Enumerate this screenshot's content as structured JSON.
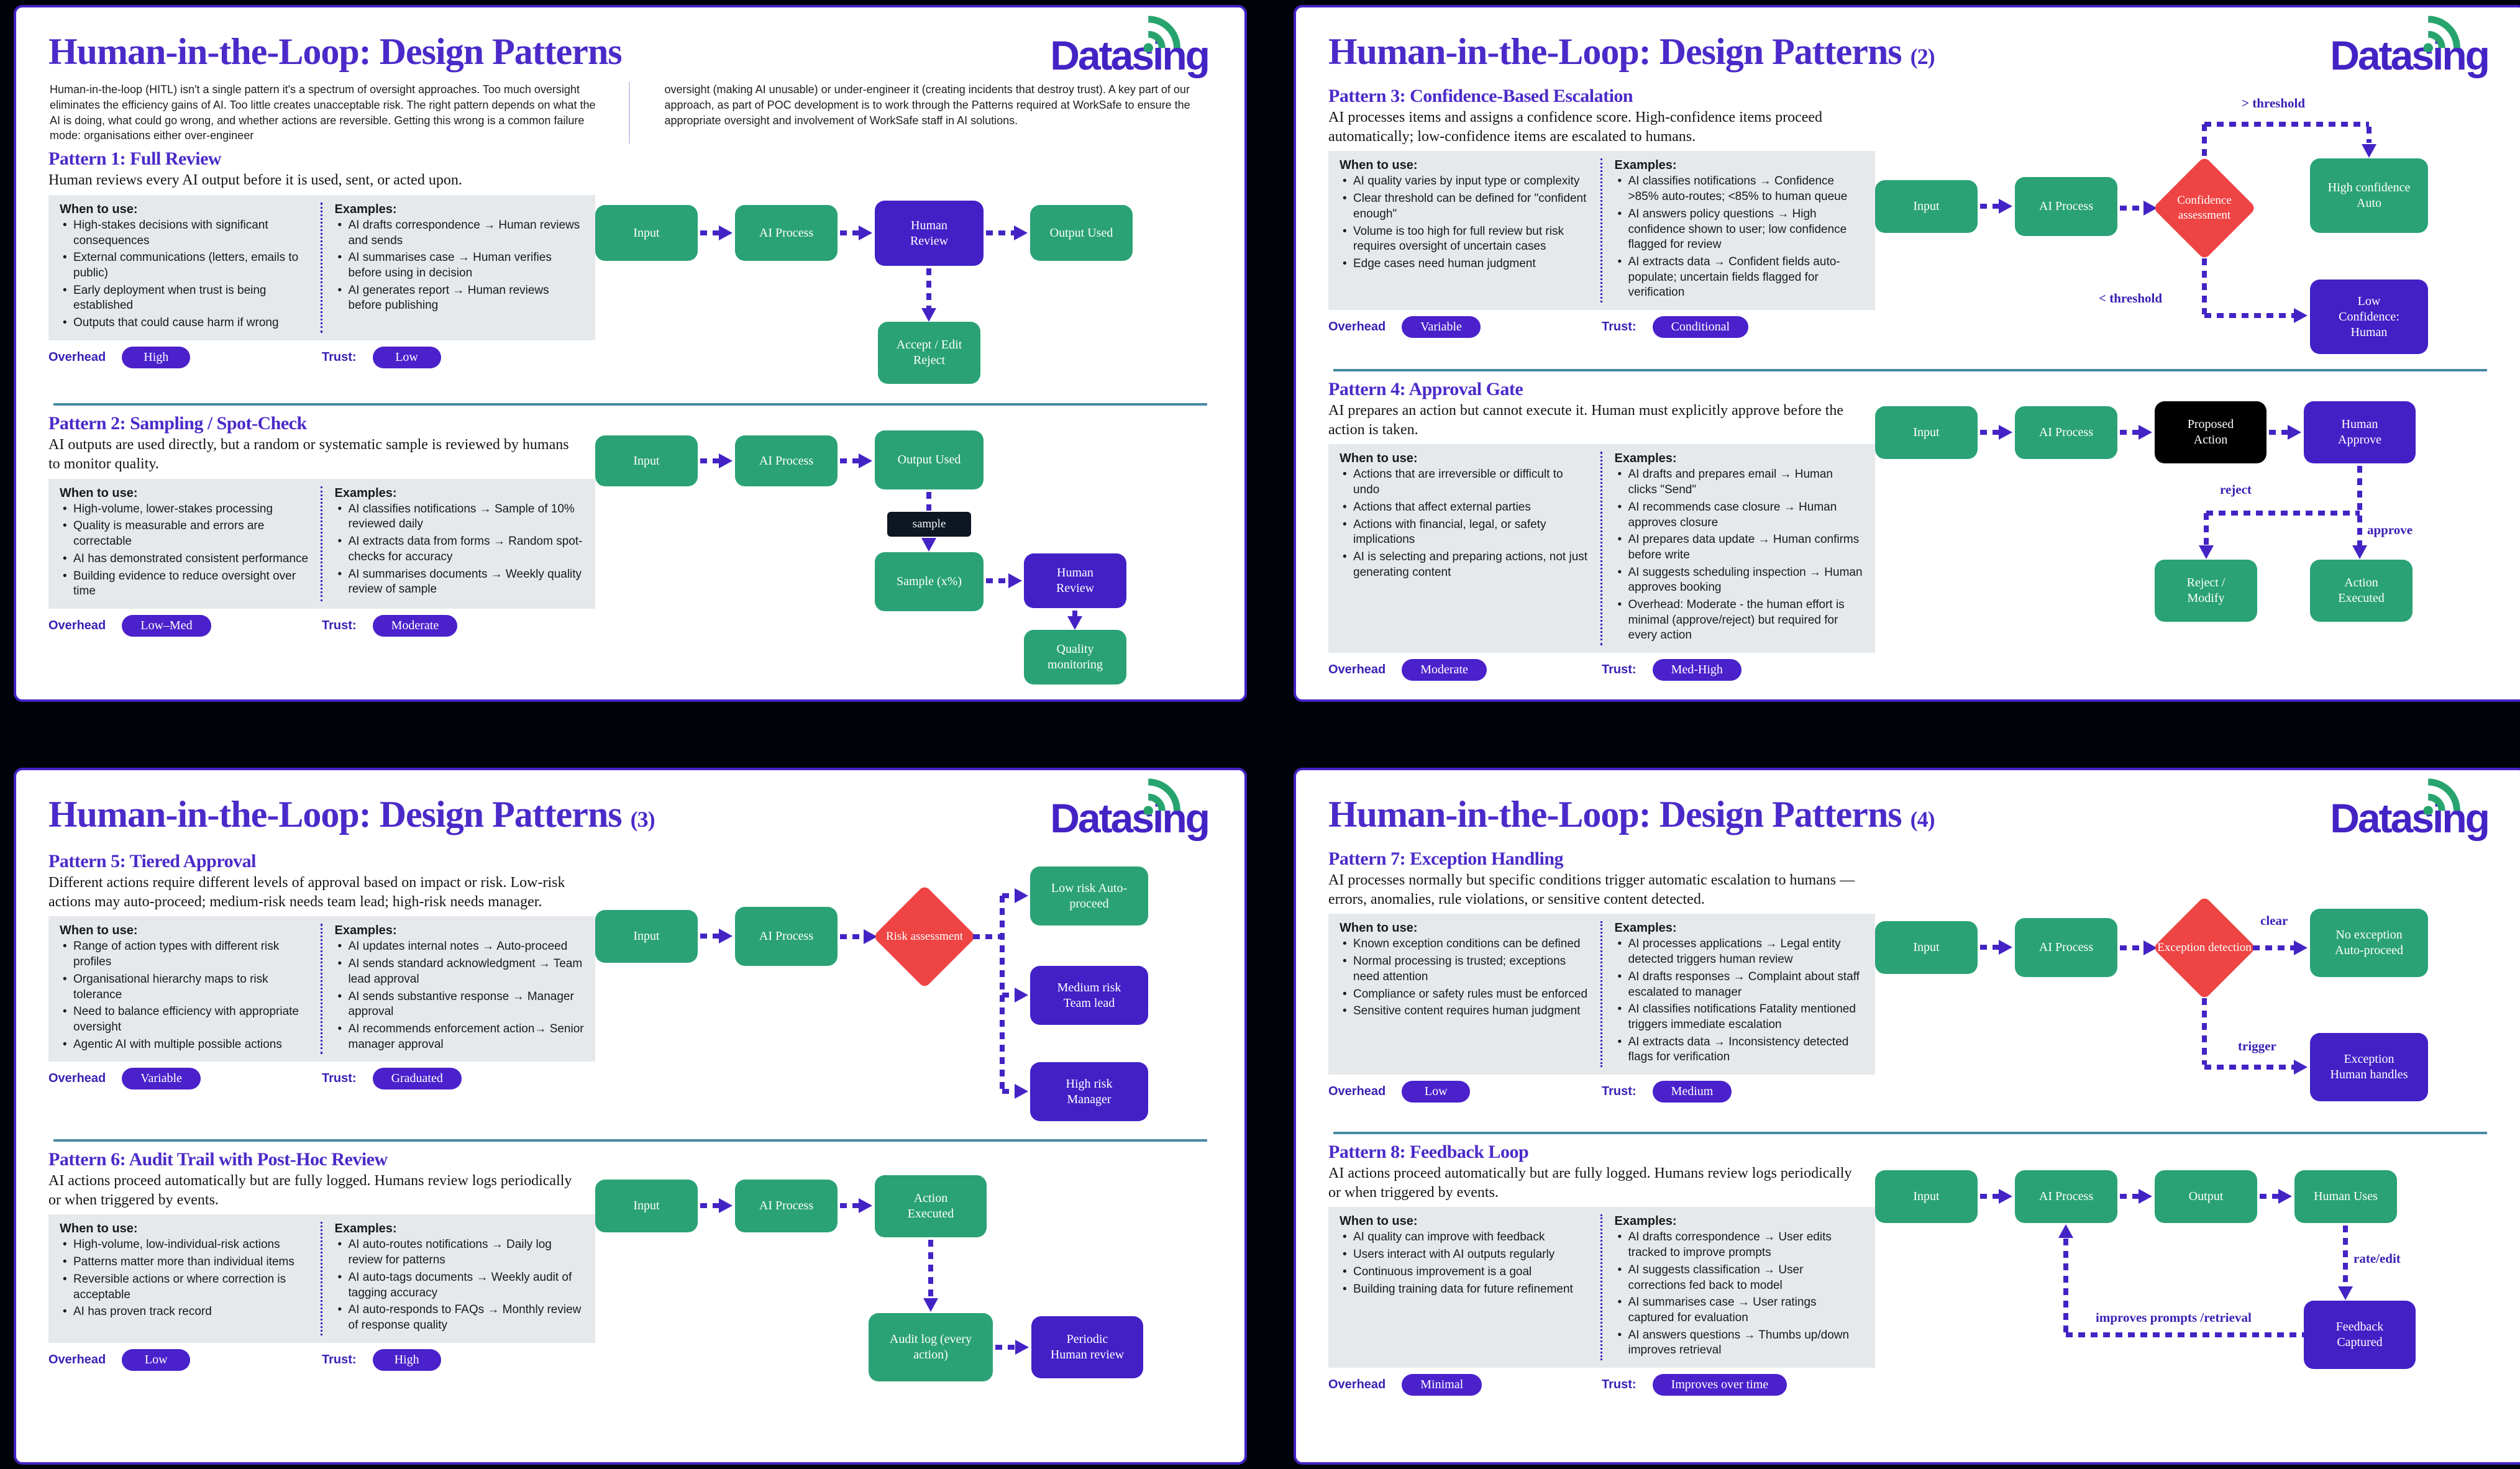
{
  "logo": {
    "text": "Datasing"
  },
  "slides": [
    {
      "title": "Human-in-the-Loop: Design Patterns",
      "suffix": "",
      "intro_left": "Human-in-the-loop (HITL) isn't a single pattern it's a spectrum of oversight approaches. Too much oversight eliminates the efficiency gains of AI. Too little creates unacceptable risk. The right pattern depends on what the AI is doing, what could go wrong, and whether actions are reversible. Getting this wrong is a common failure mode: organisations either over-engineer",
      "intro_right": "oversight (making AI unusable) or under-engineer it (creating incidents that destroy trust). A key part of our approach, as part of POC development is to work through the Patterns required at WorkSafe to ensure the appropriate oversight and involvement of WorkSafe staff in AI solutions.",
      "patterns": [
        {
          "heading": "Pattern 1: Full Review",
          "description": "Human reviews every AI output before it is used, sent, or acted upon.",
          "when_title": "When to use:",
          "when": [
            "High-stakes decisions with significant consequences",
            "External communications (letters, emails to public)",
            "Early deployment when trust is being established",
            "Outputs that could cause harm if wrong"
          ],
          "examples_title": "Examples:",
          "examples": [
            "AI drafts correspondence → Human reviews and sends",
            "AI summarises case → Human verifies before using in decision",
            "AI generates report → Human reviews before publishing"
          ],
          "overhead_label": "Overhead",
          "overhead": "High",
          "trust_label": "Trust:",
          "trust": "Low",
          "diagram": {
            "input": "Input",
            "ai": "AI Process",
            "review": "Human Review",
            "output": "Output Used",
            "accept": "Accept / Edit Reject"
          }
        },
        {
          "heading": "Pattern 2: Sampling / Spot-Check",
          "description": "AI outputs are used directly, but a random or systematic sample is reviewed by humans to monitor quality.",
          "when_title": "When to use:",
          "when": [
            "High-volume, lower-stakes processing",
            "Quality is measurable and errors are correctable",
            "AI has demonstrated consistent performance",
            "Building evidence to reduce oversight over time"
          ],
          "examples_title": "Examples:",
          "examples": [
            "AI classifies notifications → Sample of 10% reviewed daily",
            "AI extracts data from forms → Random spot-checks for accuracy",
            "AI summarises documents → Weekly quality review of sample"
          ],
          "overhead_label": "Overhead",
          "overhead": "Low–Med",
          "trust_label": "Trust:",
          "trust": "Moderate",
          "diagram": {
            "input": "Input",
            "ai": "AI Process",
            "output": "Output Used",
            "sample_tag": "sample",
            "sample": "Sample (x%)",
            "review": "Human Review",
            "quality": "Quality monitoring"
          }
        }
      ]
    },
    {
      "title": "Human-in-the-Loop: Design Patterns",
      "suffix": "(2)",
      "patterns": [
        {
          "heading": "Pattern 3: Confidence-Based Escalation",
          "description": "AI processes items and assigns a confidence score. High-confidence items proceed automatically; low-confidence items are escalated to humans.",
          "when_title": "When to use:",
          "when": [
            "AI quality varies by input type or complexity",
            "Clear threshold can be defined for \"confident enough\"",
            "Volume is too high for full review but risk requires oversight of uncertain cases",
            "Edge cases need human judgment"
          ],
          "examples_title": "Examples:",
          "examples": [
            "AI classifies notifications → Confidence >85% auto-routes; <85% to human queue",
            "AI answers policy questions → High confidence shown to user; low confidence flagged for review",
            "AI extracts data → Confident fields auto-populate; uncertain fields flagged for verification"
          ],
          "overhead_label": "Overhead",
          "overhead": "Variable",
          "trust_label": "Trust:",
          "trust": "Conditional",
          "diagram": {
            "input": "Input",
            "ai": "AI Process",
            "decision": "Confidence assessment",
            "high": "High confidence Auto",
            "low": "Low Confidence: Human",
            "label_above": "> threshold",
            "label_below": "< threshold"
          }
        },
        {
          "heading": "Pattern 4: Approval Gate",
          "description": "AI prepares an action but cannot execute it. Human must explicitly approve before the action is taken.",
          "when_title": "When to use:",
          "when": [
            "Actions that are irreversible or difficult to undo",
            "Actions that affect external parties",
            "Actions with financial, legal, or safety implications",
            "AI is selecting and preparing actions, not just generating content"
          ],
          "examples_title": "Examples:",
          "examples": [
            "AI drafts and prepares email → Human clicks \"Send\"",
            "AI recommends case closure → Human approves closure",
            "AI prepares data update → Human confirms before write",
            "AI suggests scheduling inspection → Human approves booking",
            "Overhead: Moderate - the human effort is minimal (approve/reject) but required for every action"
          ],
          "overhead_label": "Overhead",
          "overhead": "Moderate",
          "trust_label": "Trust:",
          "trust": "Med-High",
          "diagram": {
            "input": "Input",
            "ai": "AI Process",
            "proposed": "Proposed Action",
            "approve": "Human Approve",
            "reject_box": "Reject / Modify",
            "executed": "Action Executed",
            "label_reject": "reject",
            "label_approve": "approve"
          }
        }
      ]
    },
    {
      "title": "Human-in-the-Loop: Design Patterns",
      "suffix": "(3)",
      "patterns": [
        {
          "heading": "Pattern 5: Tiered Approval",
          "description": "Different actions require different levels of approval based on impact or risk. Low-risk actions may auto-proceed; medium-risk needs team lead; high-risk needs manager.",
          "when_title": "When to use:",
          "when": [
            "Range of action types with different risk profiles",
            "Organisational hierarchy maps to risk tolerance",
            "Need to balance efficiency with appropriate oversight",
            "Agentic AI with multiple possible actions"
          ],
          "examples_title": "Examples:",
          "examples": [
            "AI updates internal notes → Auto-proceed",
            "AI sends standard acknowledgment → Team lead approval",
            "AI sends substantive response → Manager approval",
            "AI recommends enforcement action→ Senior manager approval"
          ],
          "overhead_label": "Overhead",
          "overhead": "Variable",
          "trust_label": "Trust:",
          "trust": "Graduated",
          "diagram": {
            "input": "Input",
            "ai": "AI Process",
            "decision": "Risk assessment",
            "low": "Low risk Auto-proceed",
            "medium": "Medium risk Team lead",
            "high": "High risk Manager"
          }
        },
        {
          "heading": "Pattern 6: Audit Trail with Post-Hoc Review",
          "description": "AI actions proceed automatically but are fully logged. Humans review logs periodically or when triggered by events.",
          "when_title": "When to use:",
          "when": [
            "High-volume, low-individual-risk actions",
            "Patterns matter more than individual items",
            "Reversible actions or where correction is acceptable",
            "AI has proven track record"
          ],
          "examples_title": "Examples:",
          "examples": [
            "AI auto-routes notifications → Daily log review for patterns",
            "AI auto-tags documents → Weekly audit of tagging accuracy",
            "AI auto-responds to FAQs → Monthly review of response quality"
          ],
          "overhead_label": "Overhead",
          "overhead": "Low",
          "trust_label": "Trust:",
          "trust": "High",
          "diagram": {
            "input": "Input",
            "ai": "AI Process",
            "executed": "Action Executed",
            "audit": "Audit log (every action)",
            "review": "Periodic Human review"
          }
        }
      ]
    },
    {
      "title": "Human-in-the-Loop: Design Patterns",
      "suffix": "(4)",
      "patterns": [
        {
          "heading": "Pattern 7: Exception Handling",
          "description": "AI processes normally but specific conditions trigger automatic escalation to humans — errors, anomalies, rule violations, or sensitive content detected.",
          "when_title": "When to use:",
          "when": [
            "Known exception conditions can be defined",
            "Normal processing is trusted; exceptions need attention",
            "Compliance or safety rules must be enforced",
            "Sensitive content requires human judgment"
          ],
          "examples_title": "Examples:",
          "examples": [
            "AI processes applications → Legal entity detected triggers human review",
            "AI drafts responses → Complaint about staff escalated to manager",
            "AI classifies notifications Fatality mentioned triggers immediate escalation",
            "AI extracts data → Inconsistency detected flags for verification"
          ],
          "overhead_label": "Overhead",
          "overhead": "Low",
          "trust_label": "Trust:",
          "trust": "Medium",
          "diagram": {
            "input": "Input",
            "ai": "AI Process",
            "decision": "Exception detection",
            "clear_box": "No exception Auto-proceed",
            "exception_box": "Exception Human handles",
            "label_clear": "clear",
            "label_trigger": "trigger"
          }
        },
        {
          "heading": "Pattern 8: Feedback Loop",
          "description": "AI actions proceed automatically but are fully logged. Humans review logs periodically or when triggered by events.",
          "when_title": "When to use:",
          "when": [
            "AI quality can improve with feedback",
            "Users interact with AI outputs regularly",
            "Continuous improvement is a goal",
            "Building training data for future refinement"
          ],
          "examples_title": "Examples:",
          "examples": [
            "AI drafts correspondence → User edits tracked to improve prompts",
            "AI suggests classification → User corrections fed back to model",
            "AI summarises case → User ratings captured for evaluation",
            "AI answers questions → Thumbs up/down improves retrieval"
          ],
          "overhead_label": "Overhead",
          "overhead": "Minimal",
          "trust_label": "Trust:",
          "trust": "Improves over time",
          "diagram": {
            "input": "Input",
            "ai": "AI Process",
            "output": "Output",
            "uses": "Human Uses",
            "feedback": "Feedback Captured",
            "label_rate": "rate/edit",
            "label_improves": "improves prompts /retrieval"
          }
        }
      ]
    }
  ]
}
